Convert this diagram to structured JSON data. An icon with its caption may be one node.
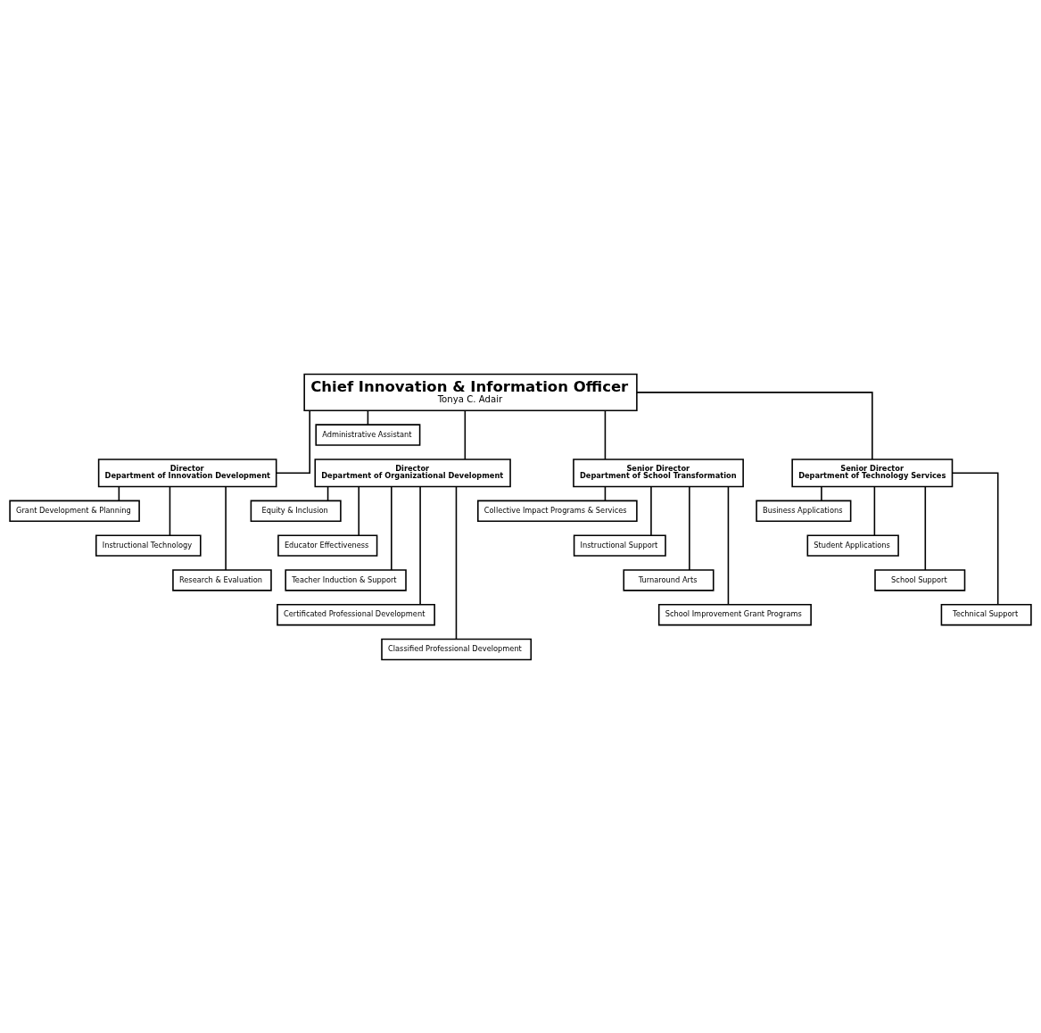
{
  "diagram": {
    "nodes": [
      {
        "text": [
          "Chief Innovation & Information Officer",
          "Tonya C. Adair"
        ]
      },
      {
        "text": [
          "Administrative Assistant"
        ]
      },
      {
        "text": [
          "Director",
          "Department of Innovation Development"
        ]
      },
      {
        "text": [
          "Director",
          "Department of Organizational Development"
        ]
      },
      {
        "text": [
          "Senior Director",
          "Department of School Transformation"
        ]
      },
      {
        "text": [
          "Senior Director",
          "Department of Technology Services"
        ]
      },
      {
        "text": [
          "Grant Development & Planning"
        ]
      },
      {
        "text": [
          "Instructional Technology"
        ]
      },
      {
        "text": [
          "Research & Evaluation"
        ]
      },
      {
        "text": [
          "Equity & Inclusion"
        ]
      },
      {
        "text": [
          "Educator Effectiveness"
        ]
      },
      {
        "text": [
          "Teacher Induction & Support"
        ]
      },
      {
        "text": [
          "Certificated Professional Development"
        ]
      },
      {
        "text": [
          "Classified Professional Development"
        ]
      },
      {
        "text": [
          "Collective Impact Programs & Services"
        ]
      },
      {
        "text": [
          "Instructional Support"
        ]
      },
      {
        "text": [
          "Turnaround Arts"
        ]
      },
      {
        "text": [
          "School Improvement Grant Programs"
        ]
      },
      {
        "text": [
          "Business Applications"
        ]
      },
      {
        "text": [
          "Student Applications"
        ]
      },
      {
        "text": [
          "School Support"
        ]
      },
      {
        "text": [
          "Technical Support"
        ]
      }
    ],
    "edges": [
      {
        "from": 0,
        "to": 1,
        "arrow": "none"
      },
      {
        "from": 0,
        "to": 2,
        "arrow": "none"
      },
      {
        "from": 0,
        "to": 3,
        "arrow": "none"
      },
      {
        "from": 0,
        "to": 4,
        "arrow": "none"
      },
      {
        "from": 0,
        "to": 5,
        "arrow": "none"
      },
      {
        "from": 2,
        "to": 6,
        "arrow": "none"
      },
      {
        "from": 2,
        "to": 7,
        "arrow": "none"
      },
      {
        "from": 2,
        "to": 8,
        "arrow": "none"
      },
      {
        "from": 3,
        "to": 9,
        "arrow": "none"
      },
      {
        "from": 3,
        "to": 10,
        "arrow": "none"
      },
      {
        "from": 3,
        "to": 11,
        "arrow": "none"
      },
      {
        "from": 3,
        "to": 12,
        "arrow": "none"
      },
      {
        "from": 3,
        "to": 13,
        "arrow": "none"
      },
      {
        "from": 4,
        "to": 14,
        "arrow": "none"
      },
      {
        "from": 4,
        "to": 15,
        "arrow": "none"
      },
      {
        "from": 4,
        "to": 16,
        "arrow": "none"
      },
      {
        "from": 4,
        "to": 17,
        "arrow": "none"
      },
      {
        "from": 5,
        "to": 18,
        "arrow": "none"
      },
      {
        "from": 5,
        "to": 19,
        "arrow": "none"
      },
      {
        "from": 5,
        "to": 20,
        "arrow": "none"
      },
      {
        "from": 5,
        "to": 21,
        "arrow": "none"
      }
    ]
  }
}
